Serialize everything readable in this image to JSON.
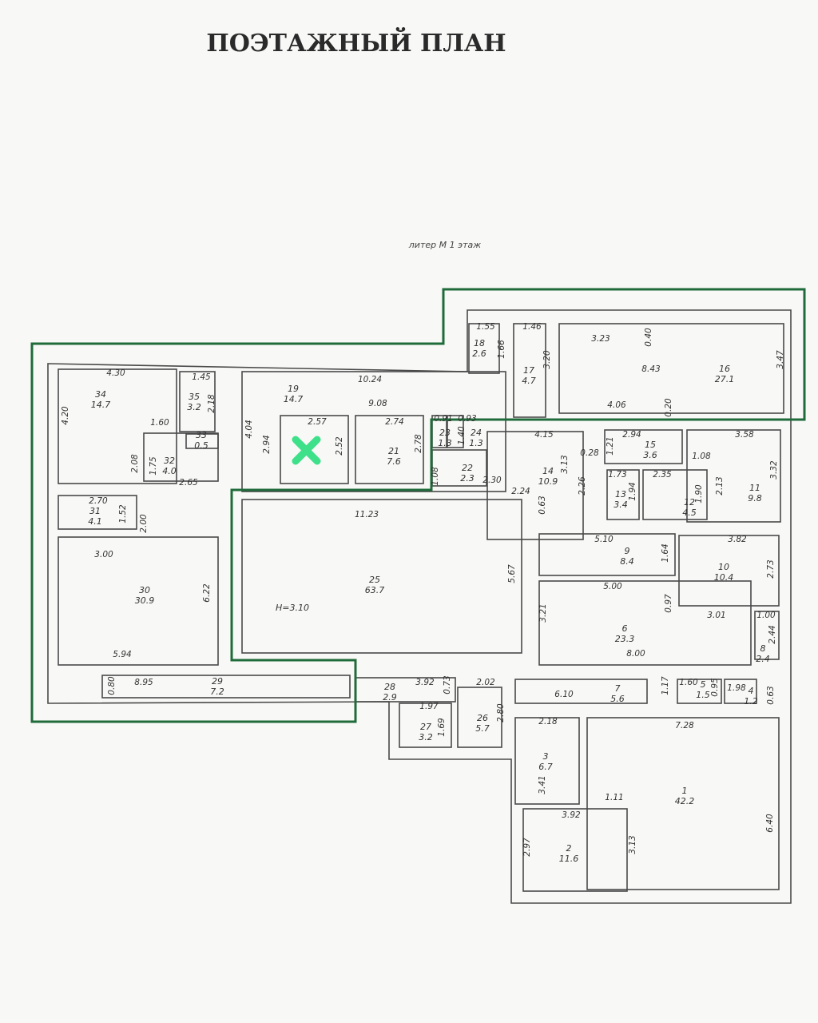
{
  "title": "ПОЭТАЖНЫЙ ПЛАН",
  "subtitle": "литер М 1 этаж",
  "height_note": "H=3.10",
  "colors": {
    "highlight_outline": "#1f6b3a",
    "marker": "#3ee08a"
  },
  "marker_icon": "x-mark",
  "rooms": [
    {
      "number": "34",
      "area": "14.7"
    },
    {
      "number": "35",
      "area": "3.2"
    },
    {
      "number": "33",
      "area": "0.5"
    },
    {
      "number": "32",
      "area": "4.0"
    },
    {
      "number": "31",
      "area": "4.1"
    },
    {
      "number": "30",
      "area": "30.9"
    },
    {
      "number": "29",
      "area": "7.2"
    },
    {
      "number": "19",
      "area": "14.7"
    },
    {
      "number": "21",
      "area": "7.6"
    },
    {
      "number": "23",
      "area": "1.3"
    },
    {
      "number": "24",
      "area": "1.3"
    },
    {
      "number": "22",
      "area": "2.3"
    },
    {
      "number": "18",
      "area": "2.6"
    },
    {
      "number": "17",
      "area": "4.7"
    },
    {
      "number": "16",
      "area": "27.1"
    },
    {
      "number": "14",
      "area": "10.9"
    },
    {
      "number": "15",
      "area": "3.6"
    },
    {
      "number": "13",
      "area": "3.4"
    },
    {
      "number": "12",
      "area": "4.5"
    },
    {
      "number": "11",
      "area": "9.8"
    },
    {
      "number": "25",
      "area": "63.7"
    },
    {
      "number": "9",
      "area": "8.4"
    },
    {
      "number": "10",
      "area": "10.4"
    },
    {
      "number": "6",
      "area": "23.3"
    },
    {
      "number": "8",
      "area": "2.4"
    },
    {
      "number": "7",
      "area": "5.6"
    },
    {
      "number": "5",
      "area": "1.5"
    },
    {
      "number": "4",
      "area": "1.2"
    },
    {
      "number": "28",
      "area": "2.9"
    },
    {
      "number": "27",
      "area": "3.2"
    },
    {
      "number": "26",
      "area": "5.7"
    },
    {
      "number": "3",
      "area": "6.7"
    },
    {
      "number": "1",
      "area": "42.2"
    },
    {
      "number": "2",
      "area": "11.6"
    }
  ],
  "dims": [
    "4.30",
    "4.20",
    "1.45",
    "2.18",
    "1.60",
    "2.08",
    "1.75",
    "2.65",
    "2.70",
    "1.52",
    "2.00",
    "3.00",
    "6.22",
    "5.94",
    "0.80",
    "8.95",
    "4.04",
    "10.24",
    "9.08",
    "2.57",
    "2.94",
    "2.52",
    "2.74",
    "2.78",
    "0.91",
    "0.93",
    "1.40",
    "1.08",
    "2.30",
    "1.55",
    "1.66",
    "1.46",
    "3.20",
    "3.23",
    "0.40",
    "8.43",
    "3.47",
    "4.06",
    "0.20",
    "4.15",
    "0.28",
    "3.13",
    "2.26",
    "2.24",
    "0.63",
    "2.94",
    "1.21",
    "3.58",
    "1.08",
    "3.32",
    "2.13",
    "1.73",
    "1.94",
    "2.35",
    "1.90",
    "11.23",
    "5.67",
    "5.10",
    "1.64",
    "3.82",
    "2.73",
    "5.00",
    "0.97",
    "3.21",
    "3.01",
    "1.00",
    "2.44",
    "8.00",
    "1.17",
    "6.10",
    "1.60",
    "0.95",
    "1.98",
    "0.63",
    "3.92",
    "0.73",
    "2.02",
    "1.97",
    "1.69",
    "2.80",
    "2.18",
    "7.28",
    "3.41",
    "1.11",
    "3.92",
    "2.97",
    "3.13",
    "6.40"
  ]
}
